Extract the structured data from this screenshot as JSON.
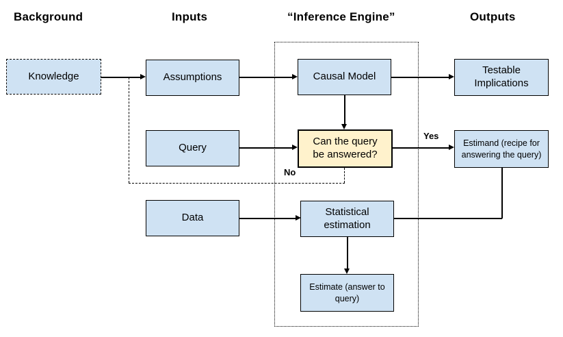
{
  "headers": {
    "background": "Background",
    "inputs": "Inputs",
    "inference_engine": "“Inference Engine”",
    "outputs": "Outputs"
  },
  "boxes": {
    "knowledge": {
      "label": "Knowledge"
    },
    "assumptions": {
      "label": "Assumptions"
    },
    "query": {
      "label": "Query"
    },
    "data": {
      "label": "Data"
    },
    "causal_model": {
      "label": "Causal Model"
    },
    "query_answerable": {
      "label": "Can the query be answered?"
    },
    "statistical_estimation": {
      "label": "Statistical estimation"
    },
    "estimate": {
      "label": "Estimate (answer to query)"
    },
    "testable_implications": {
      "label": "Testable Implications"
    },
    "estimand": {
      "label": "Estimand (recipe for answering the query)"
    }
  },
  "edge_labels": {
    "yes": "Yes",
    "no": "No"
  },
  "colors": {
    "box_fill_blue": "#cfe2f3",
    "box_fill_yellow": "#fff2cc",
    "border": "#000000",
    "background": "#ffffff",
    "text": "#000000"
  }
}
